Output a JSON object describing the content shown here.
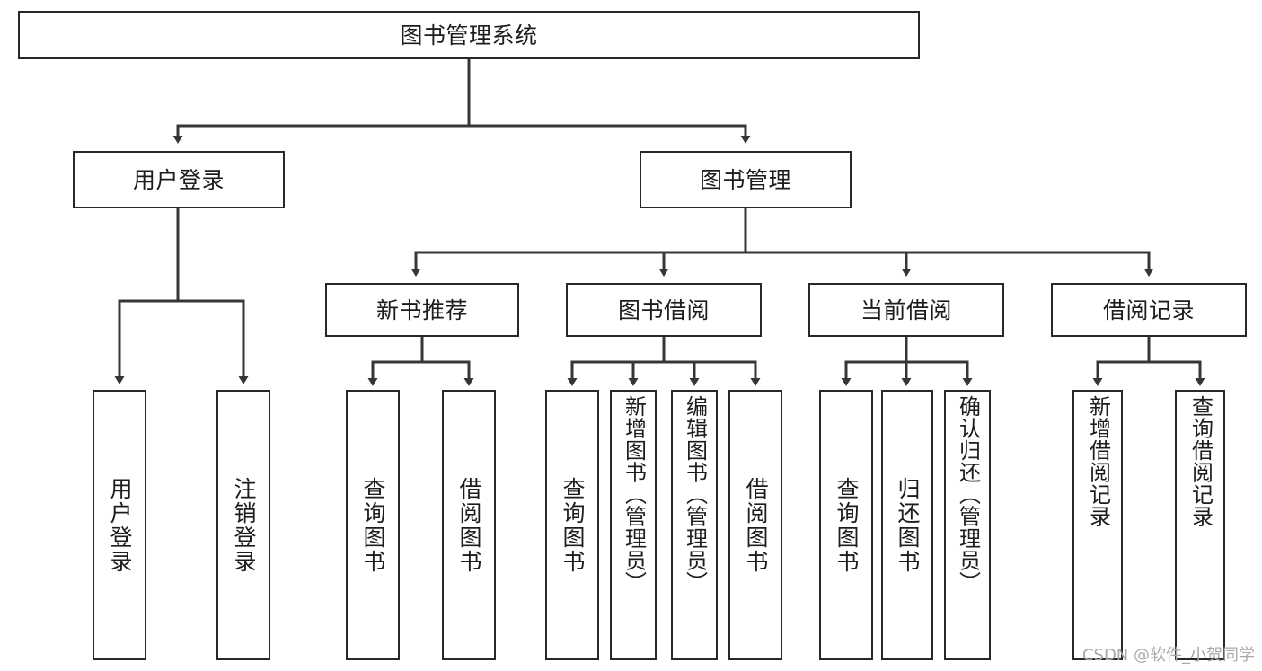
{
  "diagram": {
    "title": "图书管理系统",
    "type": "tree-hierarchy-diagram",
    "colors": {
      "node_border": "#26282b",
      "node_fill": "#ffffff",
      "edge": "#33373a",
      "text": "#1d1d1f",
      "watermark": "#a8a8a8",
      "background": "#ffffff"
    },
    "levels": {
      "level0": [
        {
          "id": "root",
          "label": "图书管理系统",
          "orientation": "horizontal"
        }
      ],
      "level1": [
        {
          "id": "user-login",
          "label": "用户登录",
          "orientation": "horizontal"
        },
        {
          "id": "book-manage",
          "label": "图书管理",
          "orientation": "horizontal"
        }
      ],
      "level2": [
        {
          "id": "new-book-recommend",
          "label": "新书推荐",
          "orientation": "horizontal"
        },
        {
          "id": "book-borrow",
          "label": "图书借阅",
          "orientation": "horizontal"
        },
        {
          "id": "current-borrow",
          "label": "当前借阅",
          "orientation": "horizontal"
        },
        {
          "id": "borrow-record",
          "label": "借阅记录",
          "orientation": "horizontal"
        }
      ],
      "level3": [
        {
          "id": "leaf-user-login",
          "label": "用户登录",
          "orientation": "vertical",
          "parent": "user-login"
        },
        {
          "id": "leaf-logout-login",
          "label": "注销登录",
          "orientation": "vertical",
          "parent": "user-login"
        },
        {
          "id": "leaf-query-book-1",
          "label": "查询图书",
          "orientation": "vertical",
          "parent": "new-book-recommend"
        },
        {
          "id": "leaf-borrow-book-1",
          "label": "借阅图书",
          "orientation": "vertical",
          "parent": "new-book-recommend"
        },
        {
          "id": "leaf-query-book-2",
          "label": "查询图书",
          "orientation": "vertical",
          "parent": "book-borrow"
        },
        {
          "id": "leaf-add-book",
          "label": "新增图书（管理员）",
          "orientation": "vertical",
          "parent": "book-borrow"
        },
        {
          "id": "leaf-edit-book",
          "label": "编辑图书（管理员）",
          "orientation": "vertical",
          "parent": "book-borrow"
        },
        {
          "id": "leaf-borrow-book-2",
          "label": "借阅图书",
          "orientation": "vertical",
          "parent": "book-borrow"
        },
        {
          "id": "leaf-query-book-3",
          "label": "查询图书",
          "orientation": "vertical",
          "parent": "current-borrow"
        },
        {
          "id": "leaf-return-book",
          "label": "归还图书",
          "orientation": "vertical",
          "parent": "current-borrow"
        },
        {
          "id": "leaf-confirm-return",
          "label": "确认归还（管理员）",
          "orientation": "vertical",
          "parent": "current-borrow"
        },
        {
          "id": "leaf-add-record",
          "label": "新增借阅记录",
          "orientation": "vertical",
          "parent": "borrow-record"
        },
        {
          "id": "leaf-query-record",
          "label": "查询借阅记录",
          "orientation": "vertical",
          "parent": "borrow-record"
        }
      ]
    },
    "watermark": "CSDN @软件_小贺同学"
  }
}
